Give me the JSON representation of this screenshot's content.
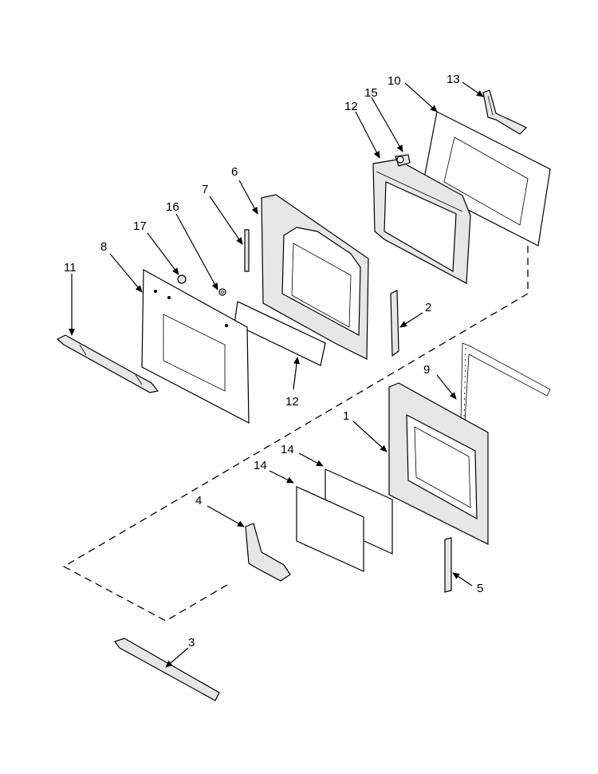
{
  "callouts": {
    "c1": "1",
    "c2": "2",
    "c3": "3",
    "c4": "4",
    "c5": "5",
    "c6": "6",
    "c7": "7",
    "c8": "8",
    "c9": "9",
    "c10": "10",
    "c11": "11",
    "c12a": "12",
    "c12b": "12",
    "c13": "13",
    "c14a": "14",
    "c14b": "14",
    "c15": "15",
    "c16": "16",
    "c17": "17"
  }
}
